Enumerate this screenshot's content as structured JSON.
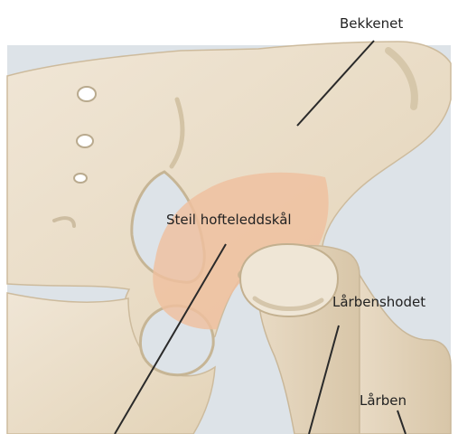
{
  "diagram": {
    "labels": {
      "pelvis": "Bekkenet",
      "socket": "Steil hofteleddskål",
      "femoral_head": "Lårbenshodet",
      "femur": "Lårben"
    },
    "colors": {
      "background": "#ffffff",
      "joint_space": "#dde3e8",
      "bone": "#e9dcc6",
      "bone_shadow": "#c7b79a",
      "socket_highlight": "#efbf9f",
      "leader_line": "#2a2a2a"
    }
  }
}
